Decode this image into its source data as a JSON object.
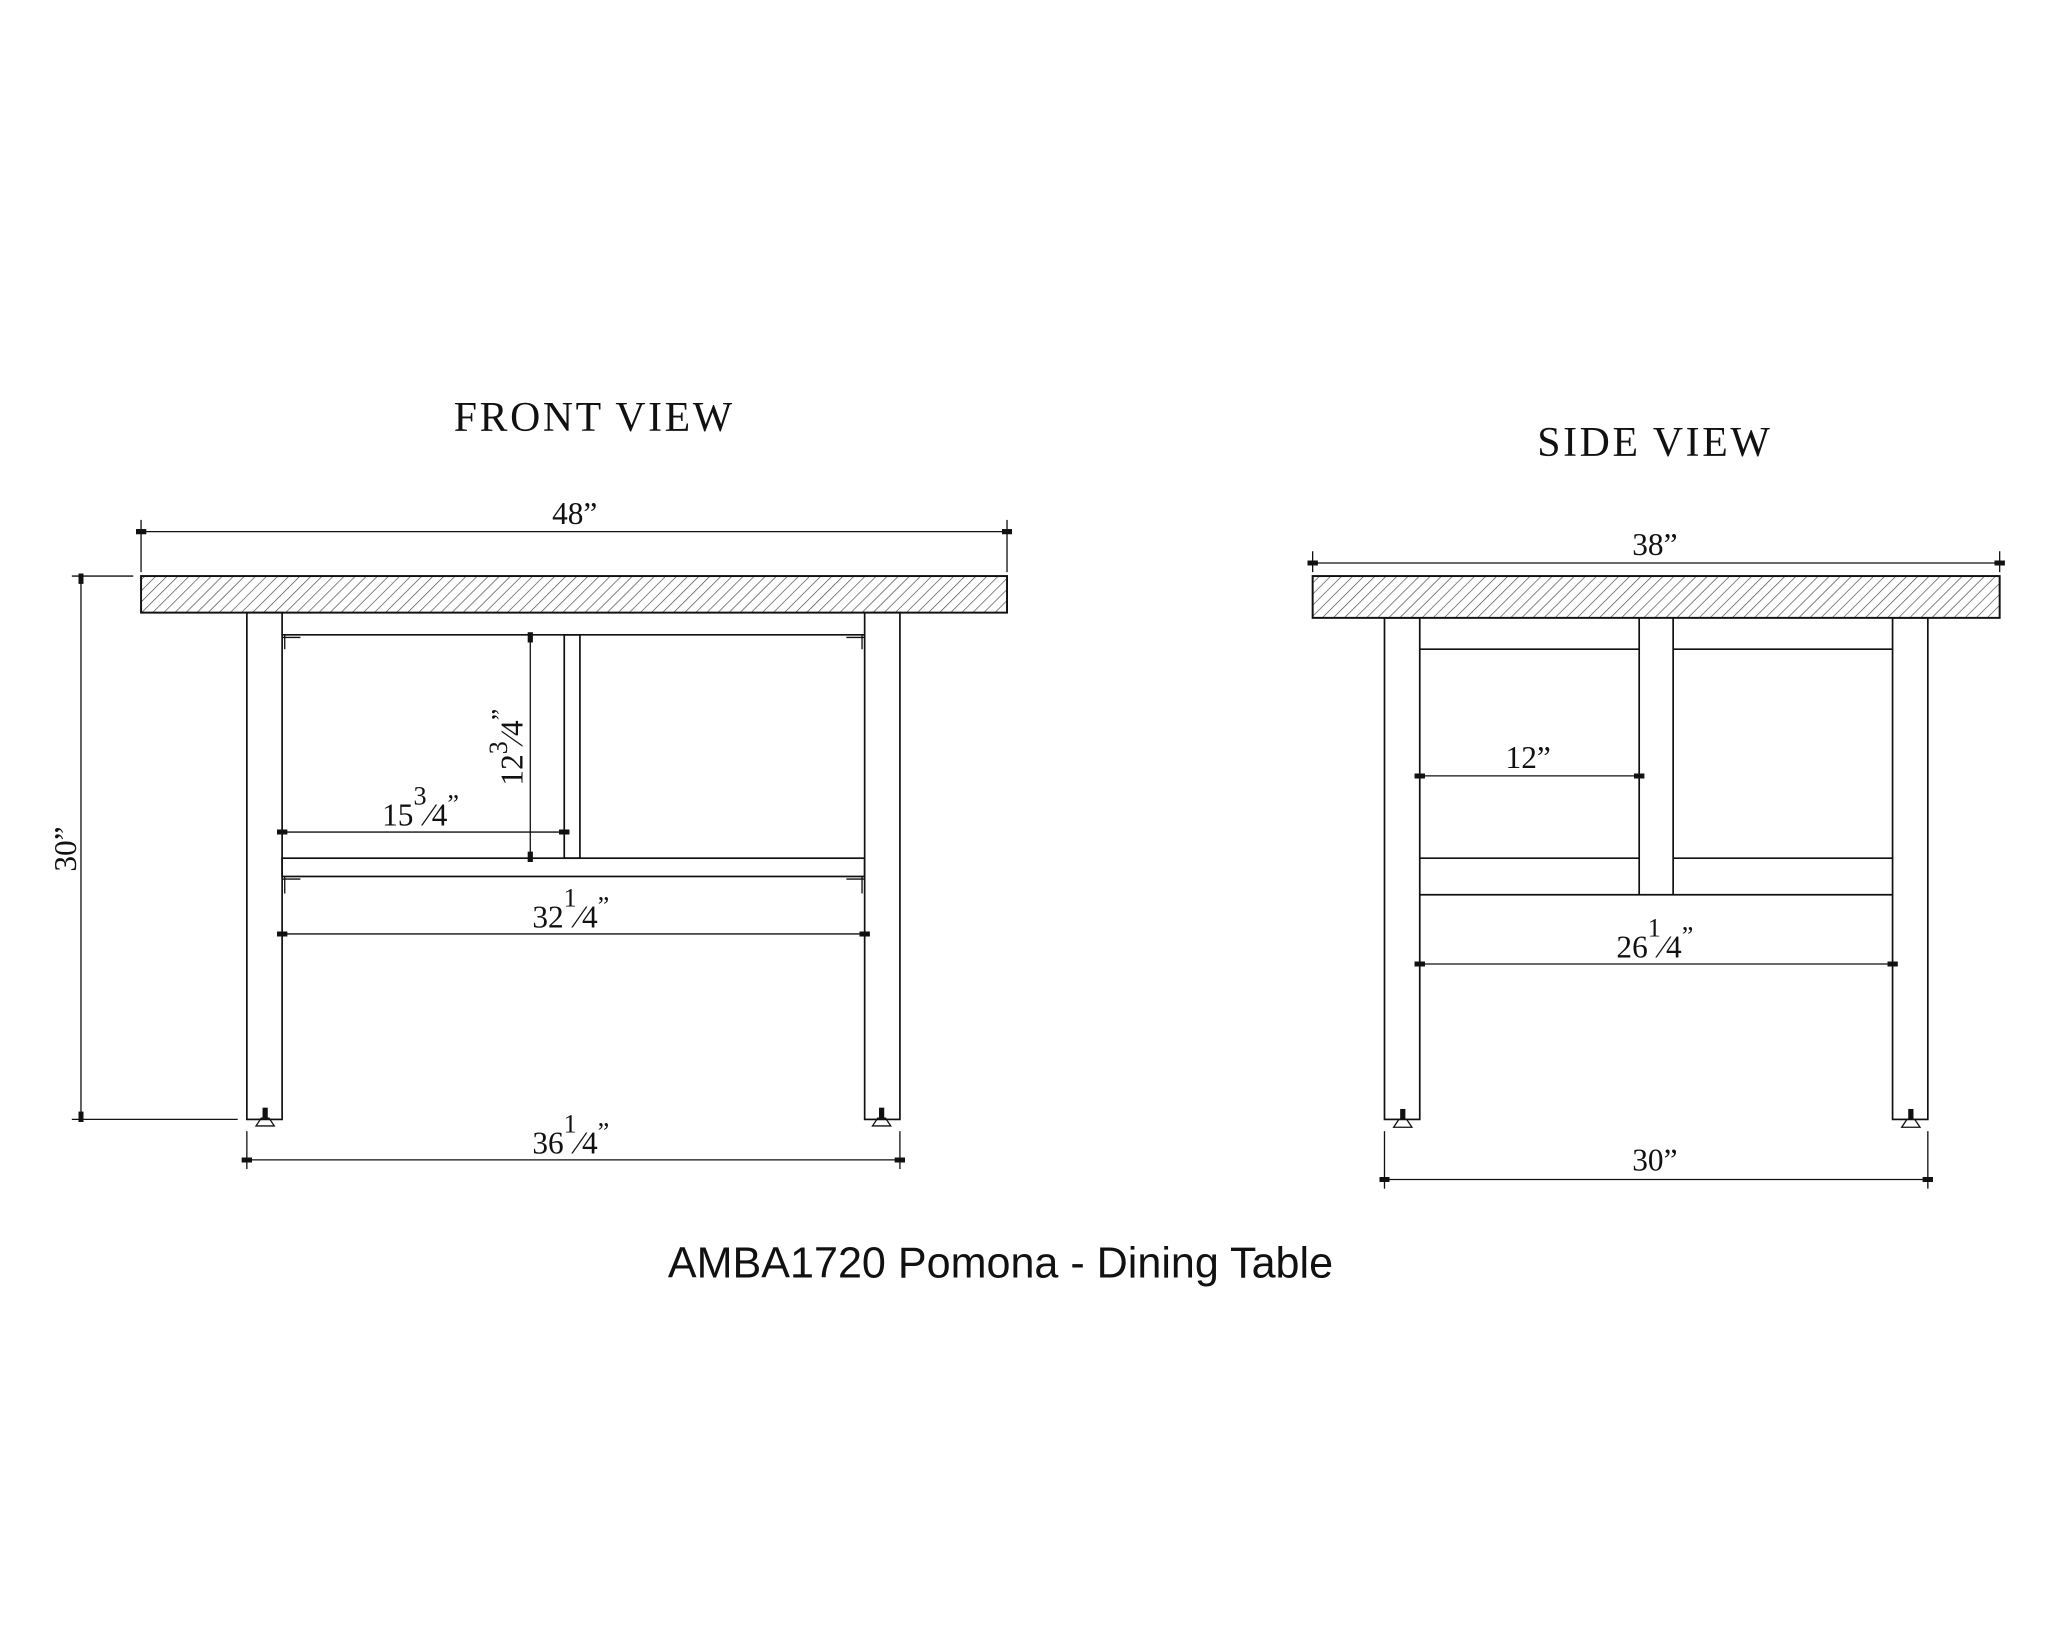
{
  "front_view": {
    "title": "FRONT VIEW",
    "dims": {
      "top_width": "48”",
      "height": "30”",
      "inner_height": {
        "whole": "12",
        "num": "3",
        "den": "4",
        "unit": "”"
      },
      "inner_width": {
        "whole": "15",
        "num": "3",
        "den": "4",
        "unit": "”"
      },
      "rail_width": {
        "whole": "32",
        "num": "1",
        "den": "4",
        "unit": "”"
      },
      "leg_span": {
        "whole": "36",
        "num": "1",
        "den": "4",
        "unit": "”"
      }
    }
  },
  "side_view": {
    "title": "SIDE VIEW",
    "dims": {
      "top_width": "38”",
      "inner_width": "12”",
      "rail_width": {
        "whole": "26",
        "num": "1",
        "den": "4",
        "unit": "”"
      },
      "leg_span": "30”"
    }
  },
  "caption": "AMBA1720 Pomona - Dining Table"
}
